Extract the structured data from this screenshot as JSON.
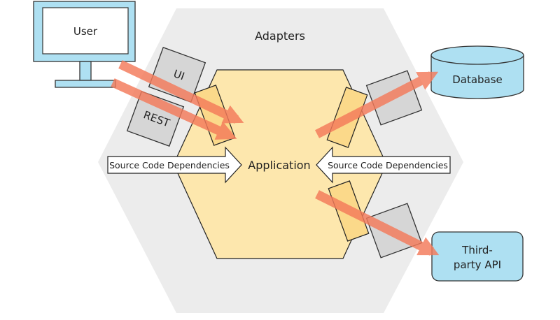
{
  "labels": {
    "adapters": "Adapters",
    "application": "Application",
    "user": "User",
    "ui": "UI",
    "rest": "REST",
    "database": "Database",
    "third_party_line1": "Third-",
    "third_party_line2": "party API",
    "deps_left": "Source Code Dependencies",
    "deps_right": "Source Code Dependencies"
  },
  "colors": {
    "outer_hexagon": "#ececec",
    "application_fill": "#fde7ad",
    "application_stroke": "#222222",
    "port_fill": "#fbd98a",
    "adapter_fill": "#d6d6d6",
    "external_fill": "#aee0f2",
    "monitor_fill": "#aee0f2",
    "flow_arrow": "#f47a5a"
  }
}
